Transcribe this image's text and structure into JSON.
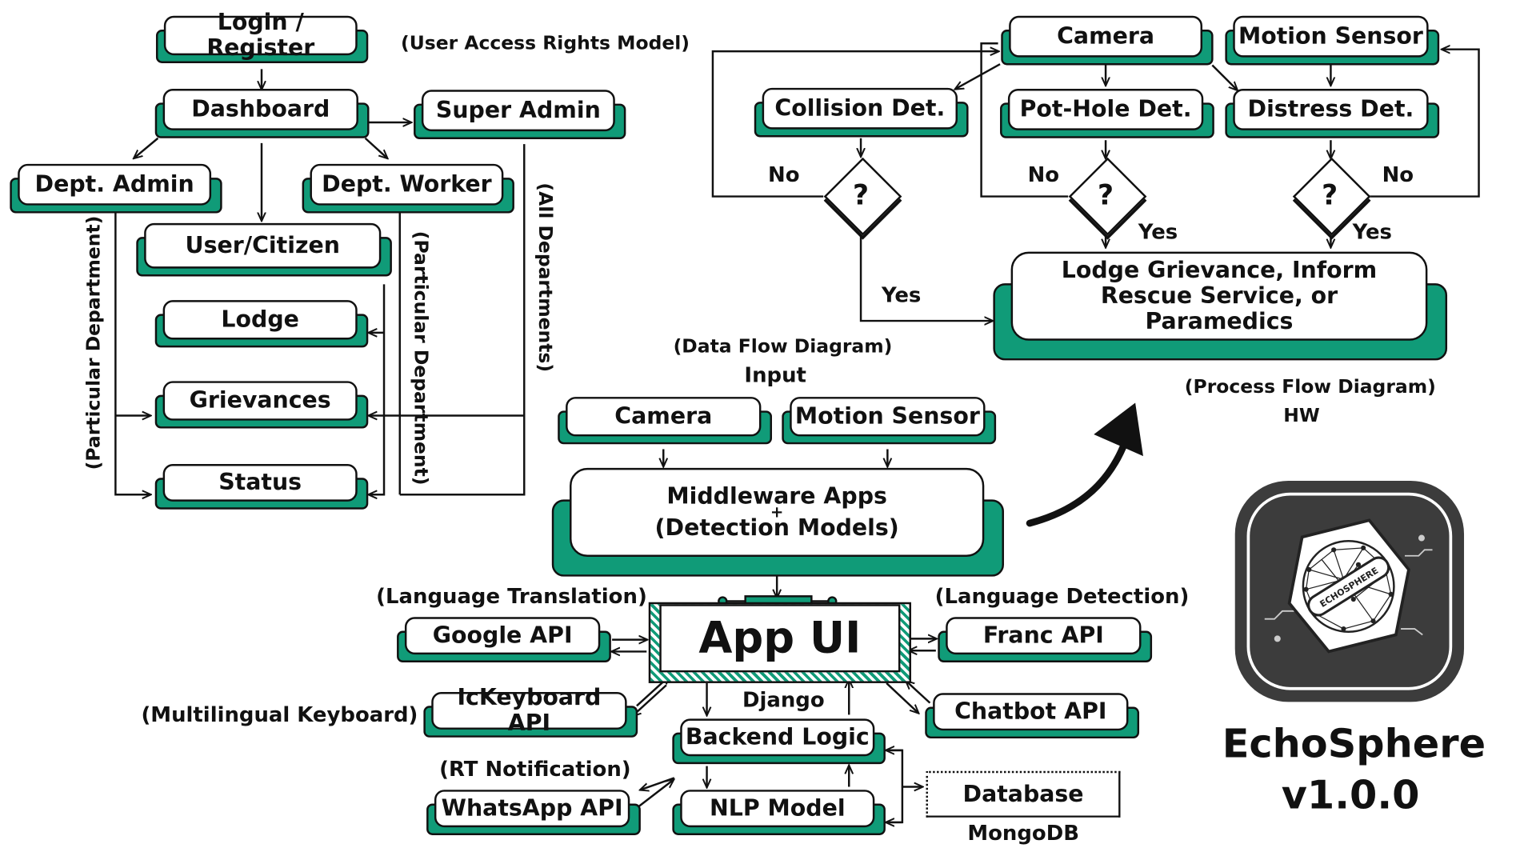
{
  "access_model": {
    "label": "(User Access Rights Model)",
    "boxes": {
      "login": "Login / Register",
      "dashboard": "Dashboard",
      "super_admin": "Super Admin",
      "dept_admin": "Dept. Admin",
      "dept_worker": "Dept. Worker",
      "user_citizen": "User/Citizen",
      "lodge": "Lodge",
      "grievances": "Grievances",
      "status": "Status"
    },
    "vertical_labels": {
      "particular_dept_left": "(Particular Department)",
      "particular_dept_mid": "(Particular Department)",
      "all_departments": "(All Departments)"
    }
  },
  "process_flow": {
    "label": "(Process Flow Diagram)",
    "sublabel": "HW",
    "boxes": {
      "camera": "Camera",
      "motion_sensor": "Motion Sensor",
      "collision": "Collision Det.",
      "pothole": "Pot-Hole Det.",
      "distress": "Distress Det.",
      "result": "Lodge Grievance, Inform Rescue Service, or Paramedics"
    },
    "decision_symbol": "?",
    "branch_no": "No",
    "branch_yes": "Yes"
  },
  "data_flow": {
    "label": "(Data Flow Diagram)",
    "input_label": "Input",
    "boxes": {
      "camera": "Camera",
      "motion_sensor": "Motion Sensor",
      "middleware_line1": "Middleware Apps",
      "middleware_plus": "+",
      "middleware_line2": "(Detection Models)",
      "app_ui": "App UI",
      "google_api": "Google API",
      "franc_api": "Franc API",
      "ickeyboard_api": "IcKeyboard API",
      "chatbot_api": "Chatbot API",
      "backend_logic": "Backend Logic",
      "whatsapp_api": "WhatsApp API",
      "nlp_model": "NLP Model",
      "database": "Database"
    },
    "annotations": {
      "language_translation": "(Language Translation)",
      "language_detection": "(Language Detection)",
      "multilingual_keyboard": "(Multilingual Keyboard)",
      "rt_notification": "(RT Notification)",
      "django": "Django",
      "mongodb": "MongoDB"
    }
  },
  "brand": {
    "name": "EchoSphere",
    "version": "v1.0.0",
    "logo_text": "ECHOSPHERE",
    "accent_color": "#109b78"
  }
}
